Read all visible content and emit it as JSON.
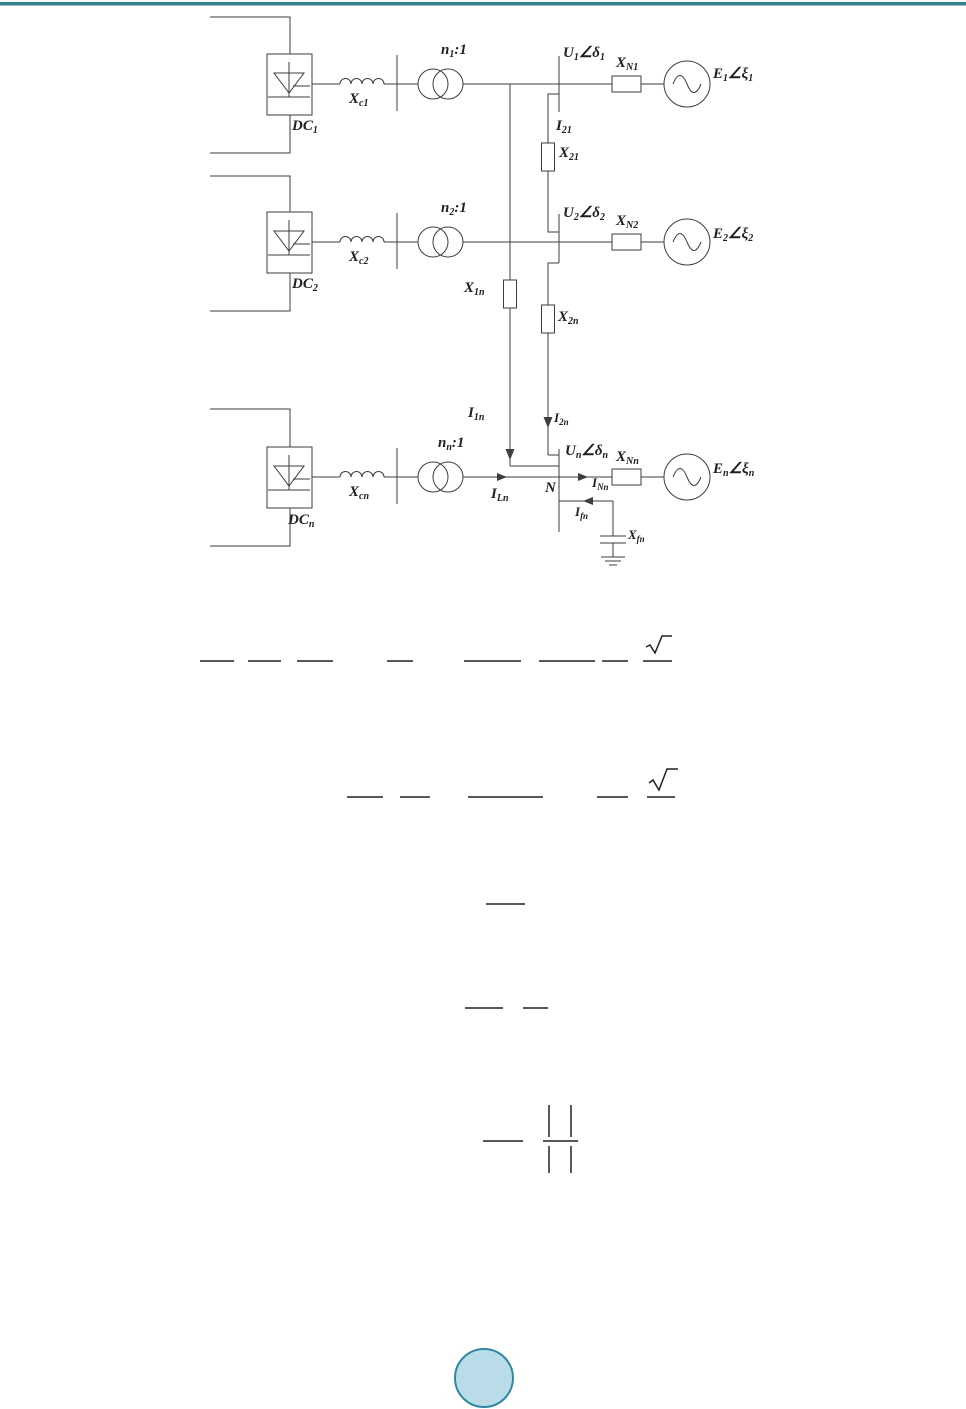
{
  "page": {
    "background": "#ffffff",
    "top_rule_color": "#337f8d",
    "bubble_fill": "#b9dce8",
    "bubble_stroke": "#2f87a3",
    "line_color": "#3d3d3d"
  },
  "figure": {
    "labels": {
      "r1": {
        "ratio": {
          "b1": "n",
          "s1": "1",
          "b2": ":1"
        },
        "xc": {
          "b1": "X",
          "s1": "c1"
        },
        "dc": {
          "b1": "DC",
          "s1": "1"
        },
        "u": {
          "b1": "U",
          "s1": "1",
          "b2": "∠δ",
          "s2": "1"
        },
        "xn": {
          "b1": "X",
          "s1": "N1"
        },
        "e": {
          "b1": "E",
          "s1": "1",
          "b2": "∠ξ",
          "s2": "1"
        },
        "i21": {
          "b1": "I",
          "s1": "21"
        },
        "x21": {
          "b1": "X",
          "s1": "21"
        }
      },
      "r2": {
        "ratio": {
          "b1": "n",
          "s1": "2",
          "b2": ":1"
        },
        "xc": {
          "b1": "X",
          "s1": "c2"
        },
        "dc": {
          "b1": "DC",
          "s1": "2"
        },
        "u": {
          "b1": "U",
          "s1": "2",
          "b2": "∠δ",
          "s2": "2"
        },
        "xn": {
          "b1": "X",
          "s1": "N2"
        },
        "e": {
          "b1": "E",
          "s1": "2",
          "b2": "∠ξ",
          "s2": "2"
        },
        "x1n": {
          "b1": "X",
          "s1": "1n"
        },
        "x2n": {
          "b1": "X",
          "s1": "2n"
        }
      },
      "r3": {
        "ratio": {
          "b1": "n",
          "s1": "n",
          "b2": ":1"
        },
        "xc": {
          "b1": "X",
          "s1": "cn"
        },
        "dc": {
          "b1": "DC",
          "s1": "n"
        },
        "u": {
          "b1": "U",
          "s1": "n",
          "b2": "∠δ",
          "s2": "n"
        },
        "xn": {
          "b1": "X",
          "s1": "Nn"
        },
        "e": {
          "b1": "E",
          "s1": "n",
          "b2": "∠ξ",
          "s2": "n"
        },
        "i1n": {
          "b1": "I",
          "s1": "1n"
        },
        "i2n": {
          "b1": "I",
          "s1": "2n"
        },
        "iln": {
          "b1": "I",
          "s1": "Ln"
        },
        "node": {
          "b1": "N"
        },
        "inn": {
          "b1": "I",
          "s1": "Nn"
        },
        "ifn": {
          "b1": "I",
          "s1": "fn"
        },
        "xfn": {
          "b1": "X",
          "s1": "fn"
        }
      }
    }
  },
  "equations": {
    "radical_glyph": "√"
  }
}
